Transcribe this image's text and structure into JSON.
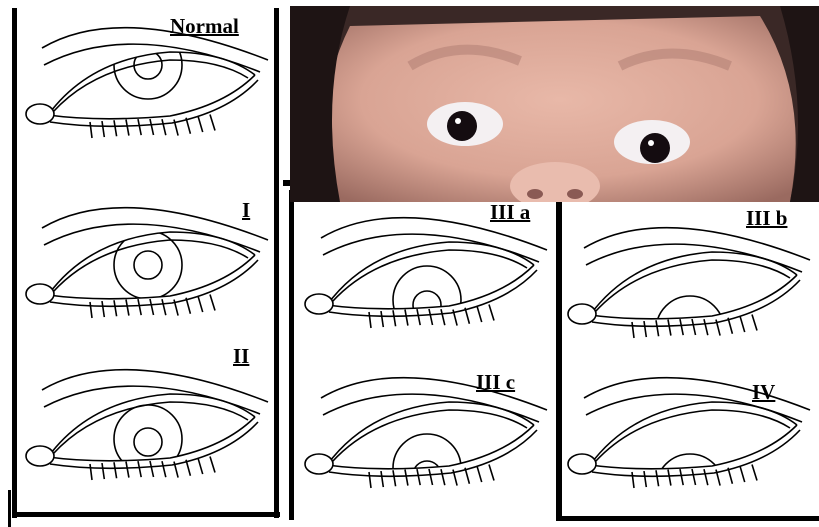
{
  "panels": {
    "normal": {
      "label": "Normal"
    },
    "grade_1": {
      "label": "I"
    },
    "grade_2": {
      "label": "II"
    },
    "grade_3a": {
      "label": "III a"
    },
    "grade_3b": {
      "label": "III b"
    },
    "grade_3c": {
      "label": "III c"
    },
    "grade_4": {
      "label": "IV"
    }
  },
  "photo": {
    "subject": "child-eyes-photo"
  },
  "colors": {
    "line": "#000000",
    "background": "#ffffff",
    "skin": "#d9a89a"
  }
}
